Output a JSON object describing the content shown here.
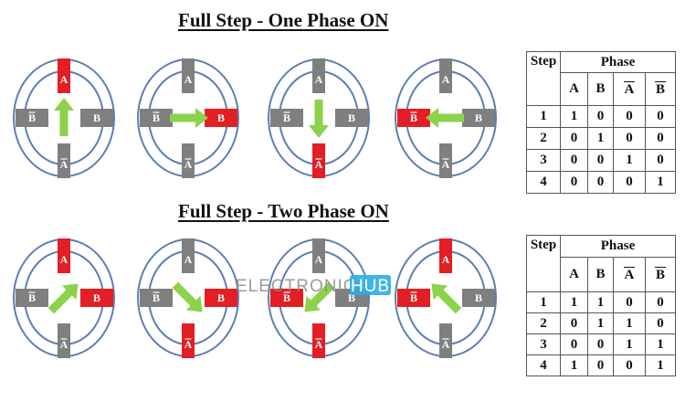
{
  "colors": {
    "ring": "#5b7fb3",
    "pole_off": "#7f7f7f",
    "pole_on": "#e31e24",
    "arrow": "#8cd24a",
    "watermark_text": "#8a8a8a",
    "watermark_badge": "#29aee6"
  },
  "one_phase": {
    "title": "Full Step - One Phase ON",
    "motors": [
      {
        "active": [
          "top"
        ],
        "arrow": "up"
      },
      {
        "active": [
          "right"
        ],
        "arrow": "right"
      },
      {
        "active": [
          "bottom"
        ],
        "arrow": "down"
      },
      {
        "active": [
          "left"
        ],
        "arrow": "left"
      }
    ],
    "table": {
      "col_step": "Step",
      "col_phase": "Phase",
      "sub_headers": [
        "A",
        "B",
        "A",
        "B"
      ],
      "rows": [
        [
          "1",
          "1",
          "0",
          "0",
          "0"
        ],
        [
          "2",
          "0",
          "1",
          "0",
          "0"
        ],
        [
          "3",
          "0",
          "0",
          "1",
          "0"
        ],
        [
          "4",
          "0",
          "0",
          "0",
          "1"
        ]
      ]
    }
  },
  "two_phase": {
    "title": "Full Step - Two Phase ON",
    "motors": [
      {
        "active": [
          "top",
          "right"
        ],
        "arrow": "up-right"
      },
      {
        "active": [
          "right",
          "bottom"
        ],
        "arrow": "down-right"
      },
      {
        "active": [
          "bottom",
          "left"
        ],
        "arrow": "down-left"
      },
      {
        "active": [
          "left",
          "top"
        ],
        "arrow": "up-left"
      }
    ],
    "table": {
      "col_step": "Step",
      "col_phase": "Phase",
      "sub_headers": [
        "A",
        "B",
        "A",
        "B"
      ],
      "rows": [
        [
          "1",
          "1",
          "1",
          "0",
          "0"
        ],
        [
          "2",
          "0",
          "1",
          "1",
          "0"
        ],
        [
          "3",
          "0",
          "0",
          "1",
          "1"
        ],
        [
          "4",
          "1",
          "0",
          "0",
          "1"
        ]
      ]
    }
  },
  "pole_labels": {
    "top": "A",
    "right": "B",
    "bottom": "A",
    "left": "B"
  },
  "watermark": {
    "text": "ELECTRONICS",
    "badge": "HUB"
  }
}
